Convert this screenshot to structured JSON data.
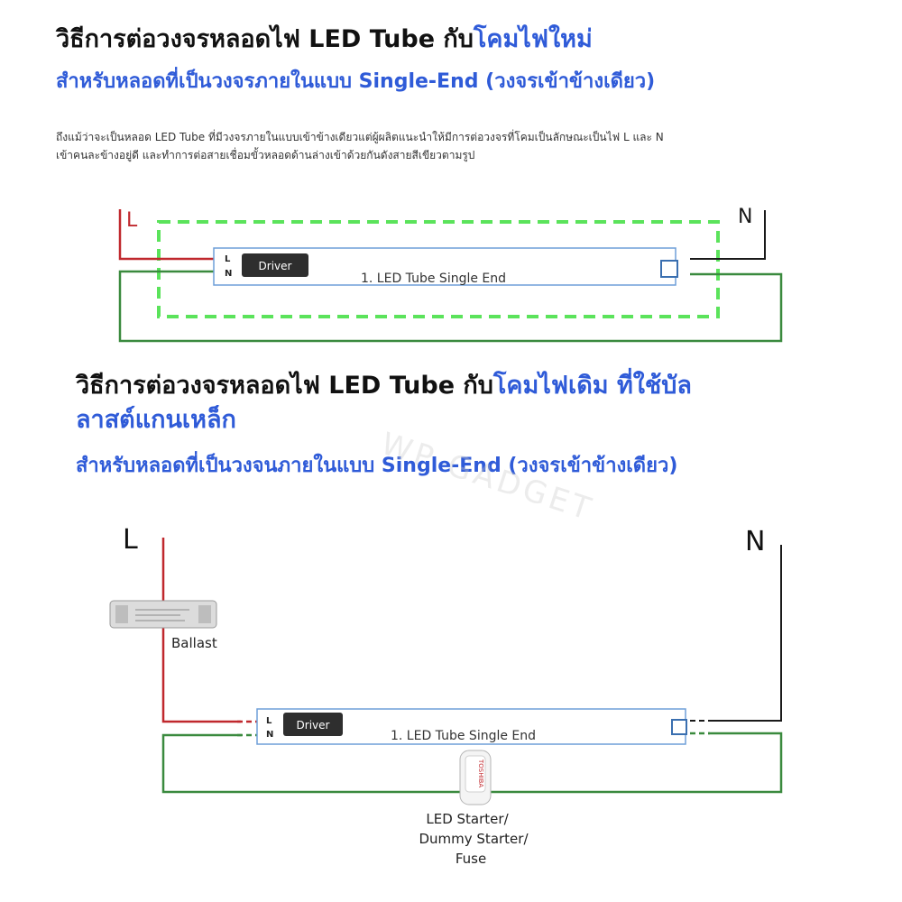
{
  "section1": {
    "title_part1": "วิธีการต่อวงจรหลอดไฟ LED Tube กับ",
    "title_part2": "โคมไฟใหม่",
    "subtitle": "สำหรับหลอดที่เป็นวงจรภายในแบบ Single-End (วงจรเข้าข้างเดียว)",
    "paragraph_line1": "ถึงแม้ว่าจะเป็นหลอด LED Tube ที่มีวงจรภายในแบบเข้าข้างเดียวแต่ผู้ผลิตแนะนำให้มีการต่อวงจรที่โคมเป็นลักษณะเป็นไฟ L และ N",
    "paragraph_line2": "เข้าคนละข้างอยู่ดี และทำการต่อสายเชื่อมขั้วหลอดด้านล่างเข้าด้วยกันดังสายสีเขียวตามรูป"
  },
  "diagram1": {
    "label_L": "L",
    "label_N": "N",
    "pin_L": "L",
    "pin_N": "N",
    "driver_label": "Driver",
    "tube_label": "1. LED Tube Single End"
  },
  "section2": {
    "title_part1": "วิธีการต่อวงจรหลอดไฟ LED Tube กับ",
    "title_part2": "โคมไฟเดิม ที่ใช้บัล",
    "title_line2": "ลาสต์แกนเหล็ก",
    "subtitle": "สำหรับหลอดที่เป็นวงจนภายในแบบ Single-End (วงจรเข้าข้างเดียว)",
    "watermark": "WP GADGET"
  },
  "diagram2": {
    "label_L": "L",
    "label_N": "N",
    "pin_L": "L",
    "pin_N": "N",
    "driver_label": "Driver",
    "tube_label": "1. LED Tube Single End",
    "ballast_label": "Ballast",
    "starter_line1": "LED Starter/",
    "starter_line2": "Dummy Starter/",
    "starter_line3": "Fuse",
    "starter_brand": "TOSHIBA"
  },
  "colors": {
    "live_wire": "#c0282d",
    "neutral_wire": "#1a1a1a",
    "bridge_wire": "#3a8a3e",
    "fixture_outline": "#5be35b",
    "tube_outline": "#6f9fd8",
    "driver_fill": "#2e2e2e",
    "accent_blue": "#2f5bd8"
  }
}
